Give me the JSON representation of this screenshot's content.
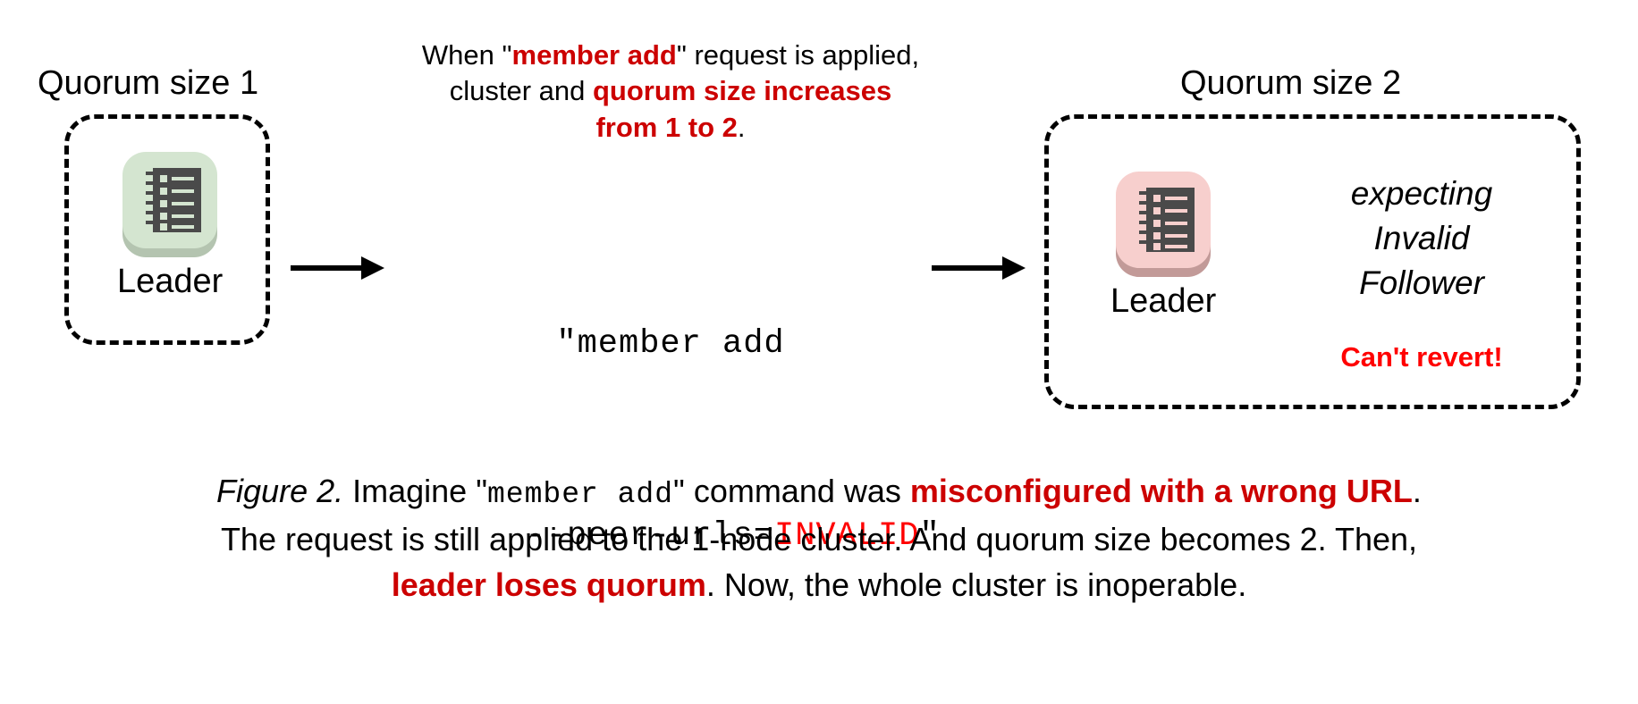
{
  "figure": {
    "left_group": {
      "heading": "Quorum size 1",
      "node_label": "Leader",
      "node_color": "#d4e5d0",
      "node_shadow_color": "#b4c4b0",
      "icon": "server-ledger-icon"
    },
    "right_group": {
      "heading": "Quorum size 2",
      "node_label": "Leader",
      "node_color": "#f7cfcd",
      "node_shadow_color": "#c29a98",
      "icon": "server-ledger-icon",
      "side_note_lines": [
        "expecting",
        "Invalid",
        "Follower"
      ],
      "warning": "Can't revert!",
      "warning_color": "#ff0000"
    },
    "annotation": {
      "line1_pre": "When \"",
      "line1_hl": "member add",
      "line1_post": "\" request is applied,",
      "line2_pre": "cluster and ",
      "line2_hl": "quorum size increases",
      "line3_hl": "from 1 to 2",
      "line3_post": ".",
      "highlight_color": "#cc0000"
    },
    "command": {
      "line1": "\"member add",
      "line2_pre": "--peer-urls=",
      "line2_bad": "INVALID",
      "line2_post": "\"",
      "bad_color": "#ff0000"
    },
    "arrows": [
      "arrow-right-1",
      "arrow-right-2"
    ]
  },
  "caption": {
    "fig_label": "Figure 2.",
    "seg1": " Imagine \"",
    "mono1": "member add",
    "seg2": "\" command was ",
    "hl1": "misconfigured with a wrong URL",
    "seg3": ".",
    "line2": "The request is still applied to the 1-node cluster. And quorum size becomes 2. Then,",
    "hl2": "leader loses quorum",
    "seg4": ". Now, the whole cluster is inoperable.",
    "highlight_color": "#cc0000"
  }
}
